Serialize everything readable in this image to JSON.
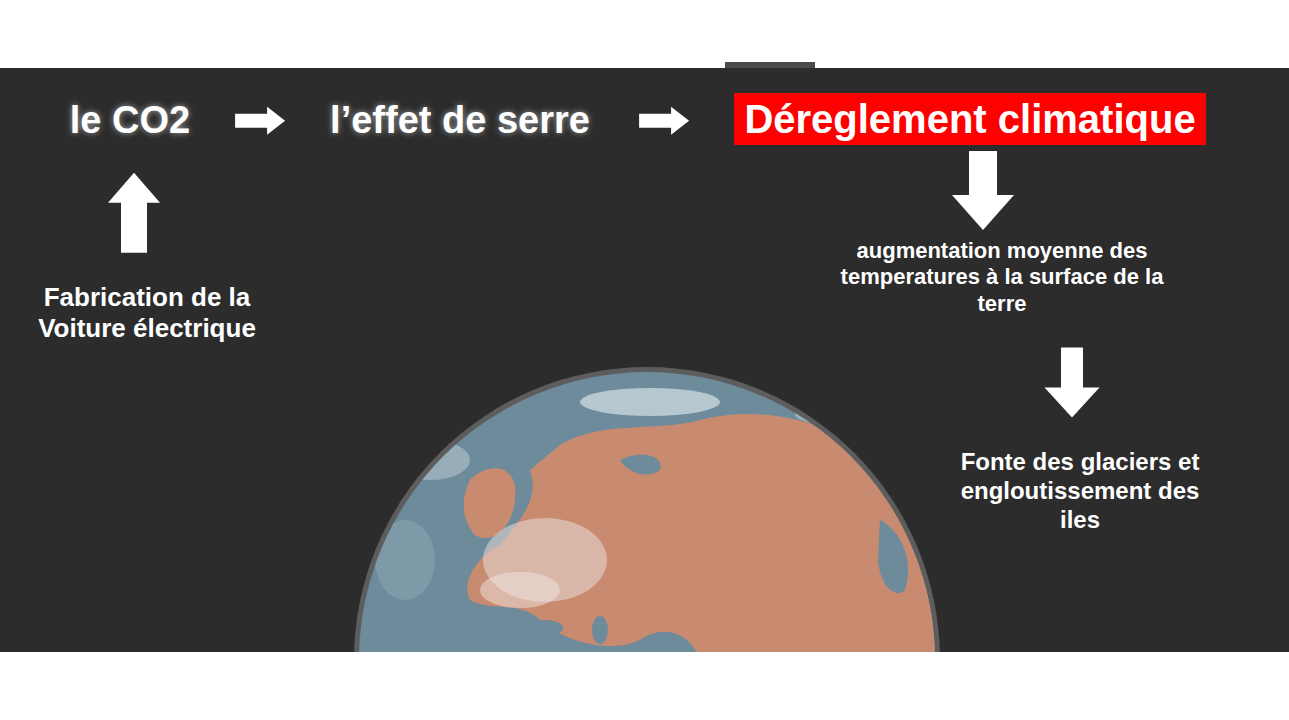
{
  "diagram": {
    "nodes": [
      {
        "text": [
          "le CO2"
        ]
      },
      {
        "text": [
          "l’effet de serre"
        ]
      },
      {
        "text": [
          "Déreglement climatique"
        ]
      },
      {
        "text": [
          "Fabrication de la Voiture électrique"
        ]
      },
      {
        "text": [
          "augmentation moyenne des temperatures à la surface de la terre"
        ]
      },
      {
        "text": [
          "Fonte des glaciers et engloutissement des iles"
        ]
      }
    ],
    "edges": [
      {
        "from": 0,
        "to": 1,
        "arrow": "to"
      },
      {
        "from": 1,
        "to": 2,
        "arrow": "to"
      },
      {
        "from": 3,
        "to": 0,
        "arrow": "to"
      },
      {
        "from": 2,
        "to": 4,
        "arrow": "to"
      },
      {
        "from": 4,
        "to": 5,
        "arrow": "to"
      }
    ]
  }
}
